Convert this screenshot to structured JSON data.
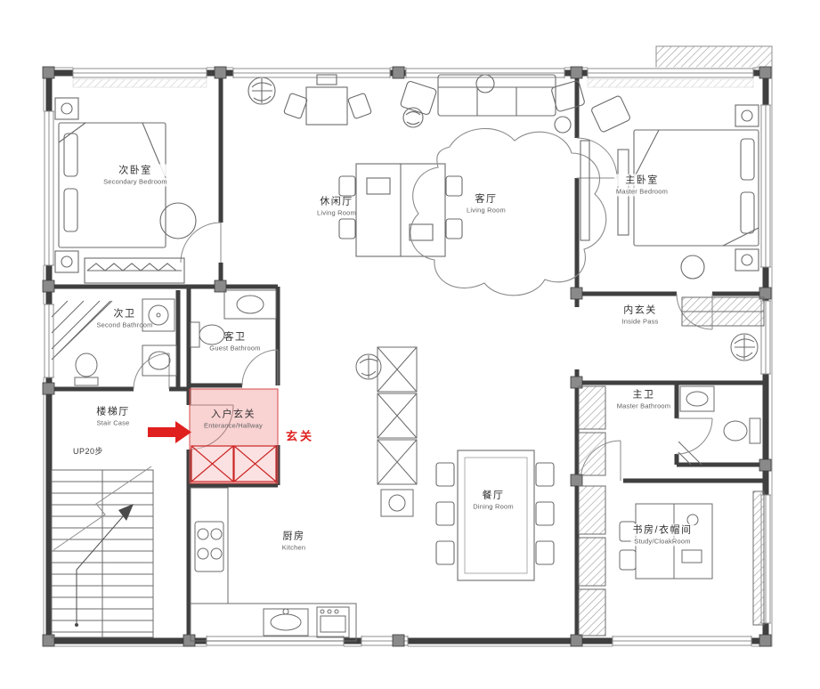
{
  "colors": {
    "wall": "#3f3f3f",
    "furniture_line": "#6b6b6b",
    "accent_red": "#e01f1f",
    "entrance_highlight_fill": "rgba(236,106,106,0.30)"
  },
  "icons": {
    "entrance_arrow": "red-right-arrow"
  },
  "rooms": [
    {
      "id": "secondary-bedroom",
      "zh": "次卧室",
      "en": "Secondary Bedroom"
    },
    {
      "id": "second-bathroom",
      "zh": "次卫",
      "en": "Second Bathroom"
    },
    {
      "id": "stair-case",
      "zh": "楼梯厅",
      "en": "Stair Case"
    },
    {
      "id": "guest-bathroom",
      "zh": "客卫",
      "en": "Guest Bathroom"
    },
    {
      "id": "entrance-hallway",
      "zh": "入户玄关",
      "en": "Enterance/Hallway"
    },
    {
      "id": "leisure-living",
      "zh": "休闲厅",
      "en": "Living Room"
    },
    {
      "id": "living-room",
      "zh": "客厅",
      "en": "Living Room"
    },
    {
      "id": "master-bedroom",
      "zh": "主卧室",
      "en": "Master Bedroom"
    },
    {
      "id": "inside-pass",
      "zh": "内玄关",
      "en": "Inside Pass"
    },
    {
      "id": "master-bathroom",
      "zh": "主卫",
      "en": "Master Bathroom"
    },
    {
      "id": "kitchen",
      "zh": "厨房",
      "en": "Kitchen"
    },
    {
      "id": "dining-room",
      "zh": "餐厅",
      "en": "Dining Room"
    },
    {
      "id": "study-cloakroom",
      "zh": "书房/衣帽间",
      "en": "Study/CloakRoom"
    }
  ],
  "annotations": {
    "stairs_up": "UP20步",
    "entrance_accent": "玄关"
  }
}
